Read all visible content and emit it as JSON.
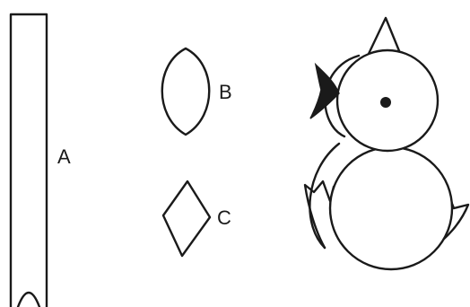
{
  "labels": {
    "strip": "A",
    "leaf": "B",
    "diamond": "C"
  },
  "colors": {
    "ink": "#1a1a1a",
    "background": "#ffffff"
  }
}
